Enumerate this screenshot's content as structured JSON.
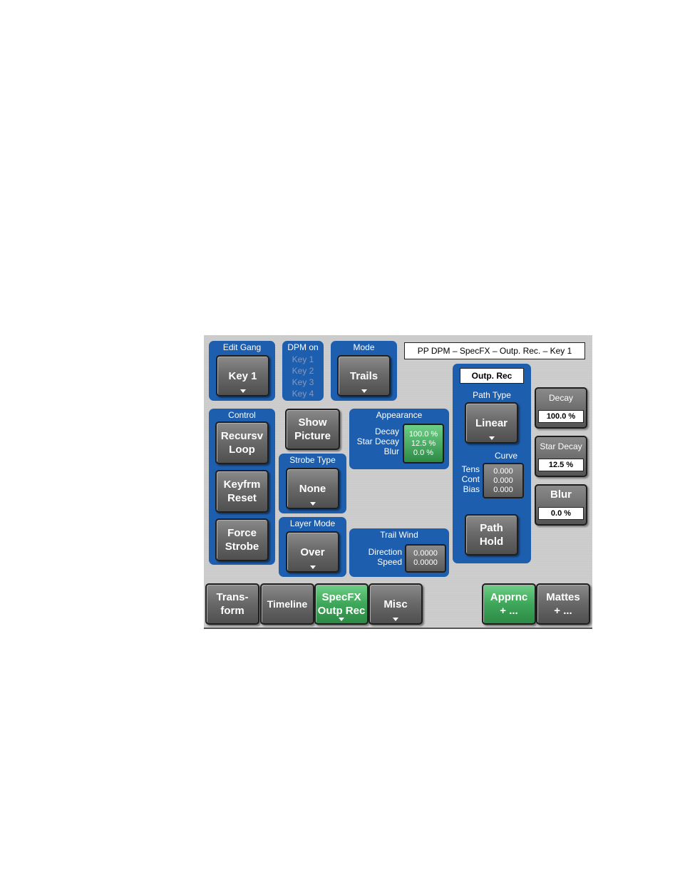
{
  "header": {
    "title": "PP DPM – SpecFX – Outp. Rec. – Key 1"
  },
  "edit_gang": {
    "title": "Edit Gang",
    "button": "Key 1"
  },
  "dpm_on": {
    "title": "DPM on",
    "keys": [
      "Key 1",
      "Key 2",
      "Key 3",
      "Key 4"
    ]
  },
  "mode": {
    "title": "Mode",
    "button": "Trails"
  },
  "control": {
    "title": "Control",
    "recursv_1": "Recursv",
    "recursv_2": "Loop",
    "keyfrm_1": "Keyfrm",
    "keyfrm_2": "Reset",
    "force_1": "Force",
    "force_2": "Strobe"
  },
  "show_picture": {
    "line1": "Show",
    "line2": "Picture"
  },
  "strobe_type": {
    "title": "Strobe Type",
    "button": "None"
  },
  "layer_mode": {
    "title": "Layer Mode",
    "button": "Over"
  },
  "appearance": {
    "title": "Appearance",
    "labels": [
      "Decay",
      "Star Decay",
      "Blur"
    ],
    "values": [
      "100.0 %",
      "12.5 %",
      "0.0 %"
    ]
  },
  "trail_wind": {
    "title": "Trail Wind",
    "labels": [
      "Direction",
      "Speed"
    ],
    "values": [
      "0.0000",
      "0.0000"
    ]
  },
  "outp_rec": {
    "title": "Outp. Rec",
    "path_type_title": "Path Type",
    "path_type": "Linear",
    "curve_title": "Curve",
    "curve_labels": [
      "Tens",
      "Cont",
      "Bias"
    ],
    "curve_values": [
      "0.000",
      "0.000",
      "0.000"
    ],
    "path_hold_1": "Path",
    "path_hold_2": "Hold"
  },
  "side": {
    "decay": {
      "label": "Decay",
      "value": "100.0 %"
    },
    "star_decay": {
      "label": "Star Decay",
      "value": "12.5 %"
    },
    "blur": {
      "label": "Blur",
      "value": "0.0 %"
    }
  },
  "tabs": {
    "transform_1": "Trans-",
    "transform_2": "form",
    "timeline": "Timeline",
    "specfx_1": "SpecFX",
    "specfx_2": "Outp Rec",
    "misc": "Misc",
    "apprnc_1": "Apprnc",
    "apprnc_2": "+ ...",
    "mattes_1": "Mattes",
    "mattes_2": "+ ..."
  }
}
